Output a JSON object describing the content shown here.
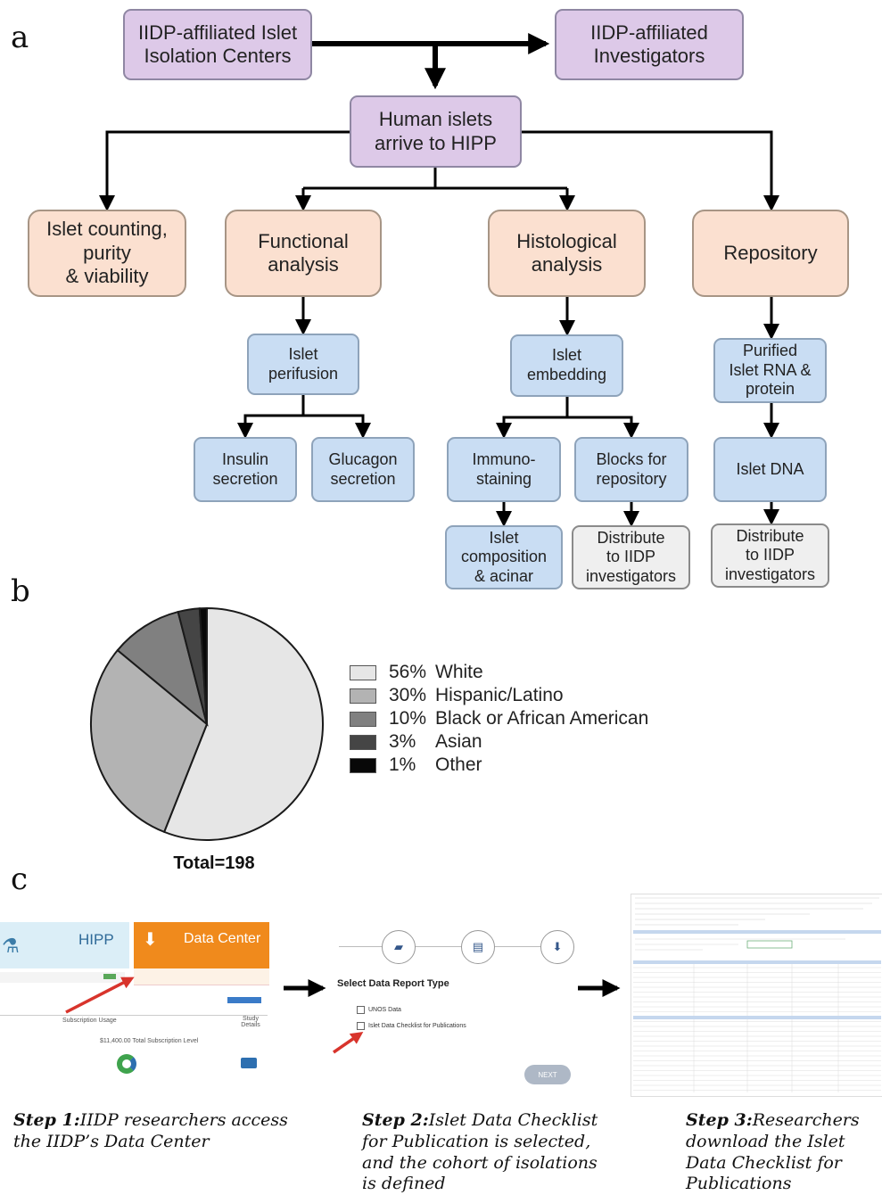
{
  "panels": {
    "a": "a",
    "b": "b",
    "c": "c"
  },
  "flow": {
    "centers": "IIDP-affiliated Islet\nIsolation Centers",
    "investigators": "IIDP-affiliated\nInvestigators",
    "hipp": "Human islets\narrive to HIPP",
    "counting": "Islet counting,\npurity\n& viability",
    "functional": "Functional\nanalysis",
    "histological": "Histological\nanalysis",
    "repository": "Repository",
    "perifusion": "Islet\nperifusion",
    "embedding": "Islet\nembedding",
    "rna": "Purified\nIslet RNA &\nprotein",
    "insulin": "Insulin\nsecretion",
    "glucagon": "Glucagon\nsecretion",
    "immuno": "Immuno-\nstaining",
    "blocks": "Blocks for\nrepository",
    "dna": "Islet DNA",
    "composition": "Islet\ncomposition\n& acinar",
    "distribute1": "Distribute\nto IIDP\ninvestigators",
    "distribute2": "Distribute\nto IIDP\ninvestigators"
  },
  "chart_data": {
    "type": "pie",
    "labels": [
      "White",
      "Hispanic/Latino",
      "Black or African American",
      "Asian",
      "Other"
    ],
    "values": [
      56,
      30,
      10,
      3,
      1
    ],
    "value_labels": [
      "56%",
      "30%",
      "10%",
      "3%",
      "1%"
    ],
    "colors": [
      "#e6e6e6",
      "#b3b3b3",
      "#808080",
      "#454545",
      "#080808"
    ],
    "total_label": "Total=198",
    "legend_position": "right"
  },
  "steps": {
    "step1_title": "Step 1:",
    "step1_text": "IIDP researchers access the IIDP’s Data Center",
    "step2_title": "Step 2:",
    "step2_text": "Islet Data Checklist for Publication is selected, and the cohort of isolations is defined",
    "step3_title": "Step 3:",
    "step3_text": "Researchers download the Islet Data Checklist for Publications"
  },
  "screen1": {
    "hipp_label": "HIPP",
    "datacenter_label": "Data Center",
    "subscription_label": "Subscription Usage",
    "study_label": "Study Details",
    "total_label": "$11,400.00 Total Subscription Level"
  },
  "screen2": {
    "title": "Select Data Report Type",
    "option1": "UNOS Data",
    "option2": "Islet Data Checklist for Publications",
    "next": "NEXT"
  }
}
